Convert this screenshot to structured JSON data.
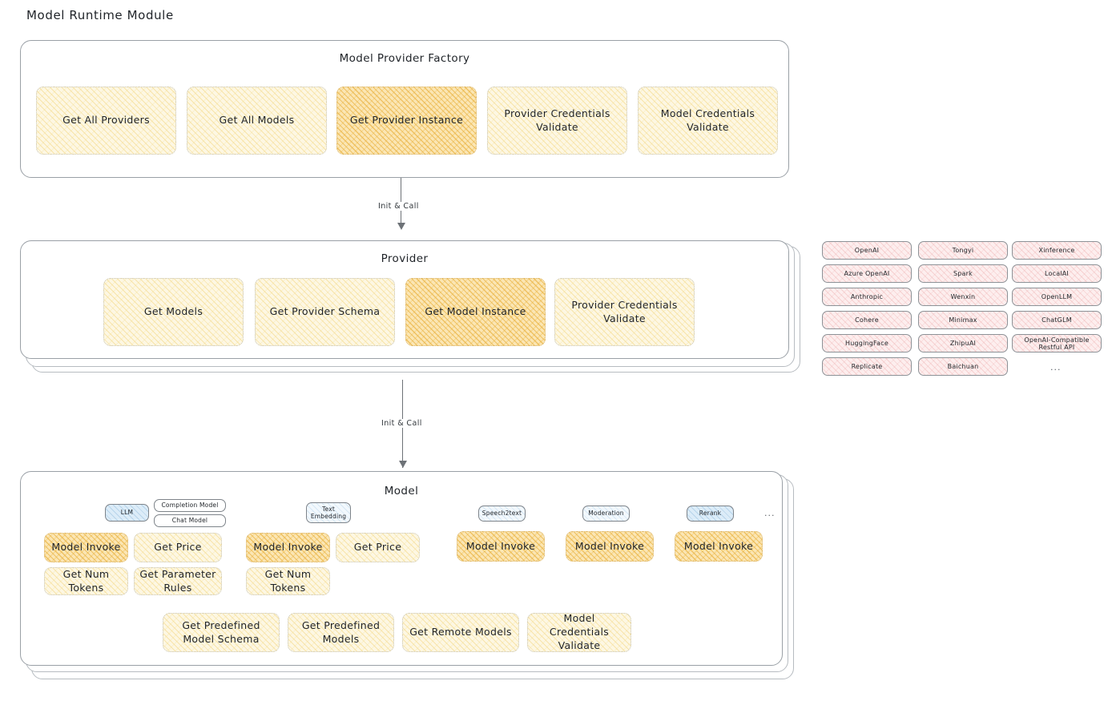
{
  "page": {
    "title": "Model Runtime Module"
  },
  "factory": {
    "title": "Model Provider Factory",
    "boxes": [
      {
        "label": "Get All Providers",
        "highlight": false
      },
      {
        "label": "Get All Models",
        "highlight": false
      },
      {
        "label": "Get Provider Instance",
        "highlight": true
      },
      {
        "label": "Provider Credentials Validate",
        "highlight": false
      },
      {
        "label": "Model Credentials Validate",
        "highlight": false
      }
    ]
  },
  "arrow1": {
    "label": "Init & Call"
  },
  "provider": {
    "title": "Provider",
    "boxes": [
      {
        "label": "Get Models",
        "highlight": false
      },
      {
        "label": "Get Provider Schema",
        "highlight": false
      },
      {
        "label": "Get Model Instance",
        "highlight": true
      },
      {
        "label": "Provider Credentials Validate",
        "highlight": false
      }
    ]
  },
  "arrow2": {
    "label": "Init & Call"
  },
  "provider_list": {
    "column1": [
      "OpenAI",
      "Azure OpenAI",
      "Anthropic",
      "Cohere",
      "HuggingFace",
      "Replicate"
    ],
    "column2": [
      "Tongyi",
      "Spark",
      "Wenxin",
      "Minimax",
      "ZhipuAI",
      "Baichuan"
    ],
    "column3": [
      "Xinference",
      "LocalAI",
      "OpenLLM",
      "ChatGLM",
      "OpenAI-Compatible Restful API"
    ],
    "more": "..."
  },
  "model": {
    "title": "Model",
    "types": [
      {
        "name": "LLM",
        "style": "blue",
        "sub": [
          "Completion Model",
          "Chat Model"
        ]
      },
      {
        "name": "Text Embedding",
        "style": "paleblue",
        "sub": []
      },
      {
        "name": "Speech2text",
        "style": "paleblue",
        "sub": []
      },
      {
        "name": "Moderation",
        "style": "paleblue",
        "sub": []
      },
      {
        "name": "Rerank",
        "style": "blue",
        "sub": []
      }
    ],
    "types_more": "...",
    "ops": {
      "llm": [
        {
          "label": "Model Invoke",
          "highlight": true
        },
        {
          "label": "Get Price",
          "highlight": false
        },
        {
          "label": "Get Num Tokens",
          "highlight": false
        },
        {
          "label": "Get Parameter Rules",
          "highlight": false
        }
      ],
      "text_embedding": [
        {
          "label": "Model Invoke",
          "highlight": true
        },
        {
          "label": "Get Price",
          "highlight": false
        },
        {
          "label": "Get Num Tokens",
          "highlight": false
        }
      ],
      "speech2text": [
        {
          "label": "Model Invoke",
          "highlight": true
        }
      ],
      "moderation": [
        {
          "label": "Model Invoke",
          "highlight": true
        }
      ],
      "rerank": [
        {
          "label": "Model Invoke",
          "highlight": true
        }
      ]
    },
    "common_ops": [
      {
        "label": "Get Predefined Model Schema",
        "highlight": false
      },
      {
        "label": "Get Predefined Models",
        "highlight": false
      },
      {
        "label": "Get Remote Models",
        "highlight": false
      },
      {
        "label": "Model Credentials Validate",
        "highlight": false
      }
    ]
  },
  "colors": {
    "accent_fill": "#fbe6b4",
    "light_fill": "#fdf7e3",
    "chip_fill": "#fdeeee",
    "badge_blue": "#dcecf8",
    "border": "#9aa0a6"
  }
}
